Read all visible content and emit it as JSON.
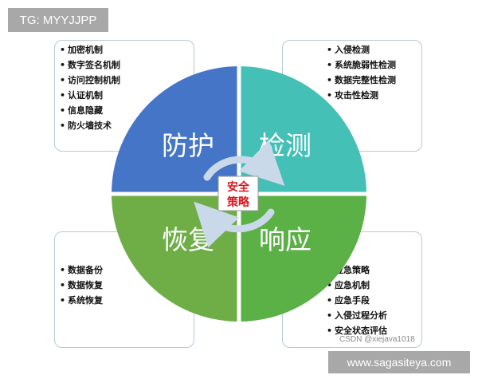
{
  "watermark_tag": "TG: MYYJJPP",
  "watermark_site": "www.sagasiteya.com",
  "csdn_credit": "CSDN @xiejava1018",
  "colors": {
    "protect": "#4575c6",
    "detect": "#44c0b6",
    "recover": "#6fad47",
    "respond": "#5bb046",
    "center_text": "#d8181e",
    "box_border": "#b6cbd6",
    "arrow": "#c9d9ea"
  },
  "center": {
    "line1": "安全",
    "line2": "策略"
  },
  "quadrants": {
    "protect": {
      "label": "防护",
      "items": [
        "加密机制",
        "数字签名机制",
        "访问控制机制",
        "认证机制",
        "信息隐藏",
        "防火墙技术"
      ]
    },
    "detect": {
      "label": "检测",
      "items": [
        "入侵检测",
        "系统脆弱性检测",
        "数据完整性检测",
        "攻击性检测"
      ]
    },
    "recover": {
      "label": "恢复",
      "items": [
        "数据备份",
        "数据恢复",
        "系统恢复"
      ]
    },
    "respond": {
      "label": "响应",
      "items": [
        "应急策略",
        "应急机制",
        "应急手段",
        "入侵过程分析",
        "安全状态评估"
      ]
    }
  },
  "bullet": "•"
}
